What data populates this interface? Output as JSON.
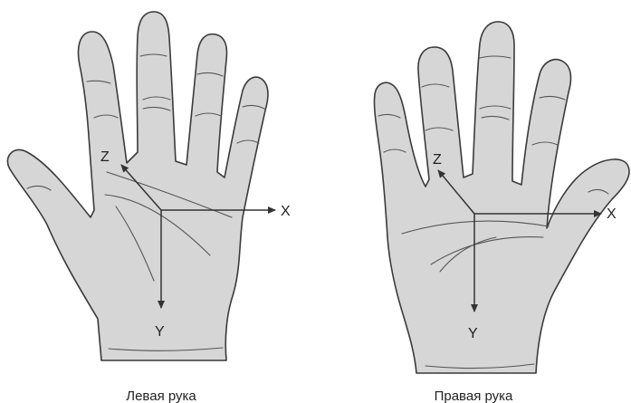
{
  "left_hand": {
    "caption": "Левая рука",
    "axes": {
      "x": "X",
      "y": "Y",
      "z": "Z"
    }
  },
  "right_hand": {
    "caption": "Правая рука",
    "axes": {
      "x": "X",
      "y": "Y",
      "z": "Z"
    }
  },
  "colors": {
    "hand_fill": "#d6d6d6",
    "outline": "#3a3a3a",
    "axis": "#333333"
  }
}
